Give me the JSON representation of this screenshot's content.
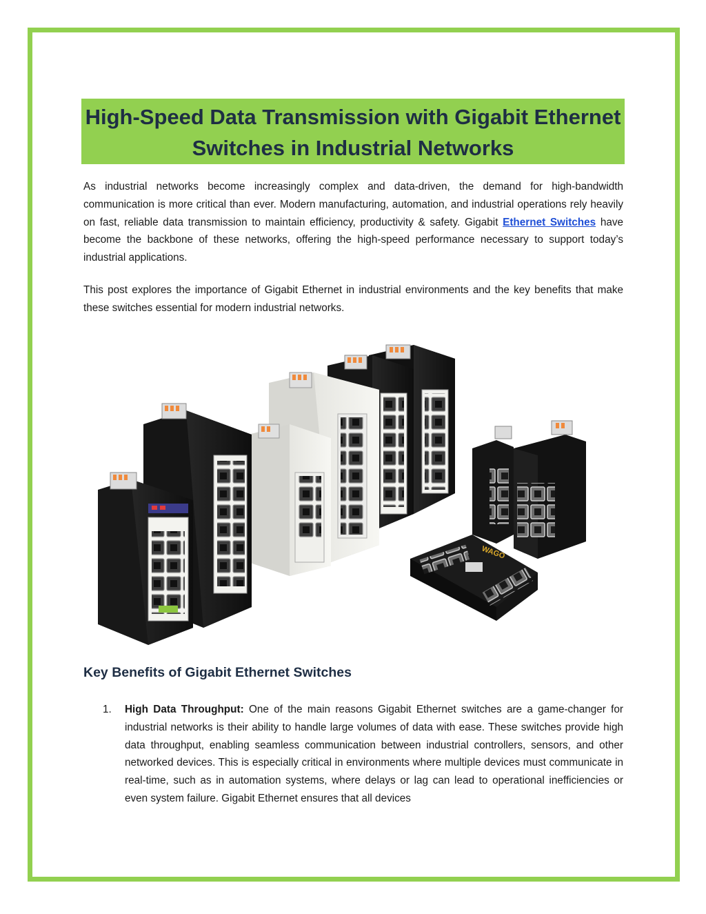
{
  "title": "High-Speed Data Transmission with Gigabit Ethernet Switches in Industrial Networks",
  "intro": {
    "text_before_link": "As industrial networks become increasingly complex and data-driven, the demand for high-bandwidth communication is more critical than ever. Modern manufacturing, automation, and industrial operations rely heavily on fast, reliable data transmission to maintain efficiency, productivity & safety. Gigabit ",
    "link_text": "Ethernet Switches",
    "text_after_link": " have become the backbone of these networks, offering the high-speed performance necessary to support today’s industrial applications."
  },
  "post_summary": "This post explores the importance of Gigabit Ethernet in industrial environments and the key benefits that make these switches essential for modern industrial networks.",
  "hero_image": {
    "brand_text": "WAGO",
    "colors": {
      "device_black": "#151515",
      "device_white": "#eeeeea",
      "terminal_orange": "#f08a3c",
      "brand_green": "#8cc63f"
    }
  },
  "section_heading": "Key Benefits of Gigabit Ethernet Switches",
  "benefits": [
    {
      "number": "1.",
      "title": "High Data Throughput:",
      "text": " One of the main reasons Gigabit Ethernet switches are a game-changer for industrial networks is their ability to handle large volumes of data with ease. These switches provide high data throughput, enabling seamless communication between industrial controllers, sensors, and other networked devices. This is especially critical in environments where multiple devices must communicate in real-time, such as in automation systems, where delays or lag can lead to operational inefficiencies or even system failure. Gigabit Ethernet ensures that all devices"
    }
  ],
  "theme": {
    "border_green": "#92d050",
    "title_text": "#1e2e44",
    "link_blue": "#1f4fd6"
  }
}
